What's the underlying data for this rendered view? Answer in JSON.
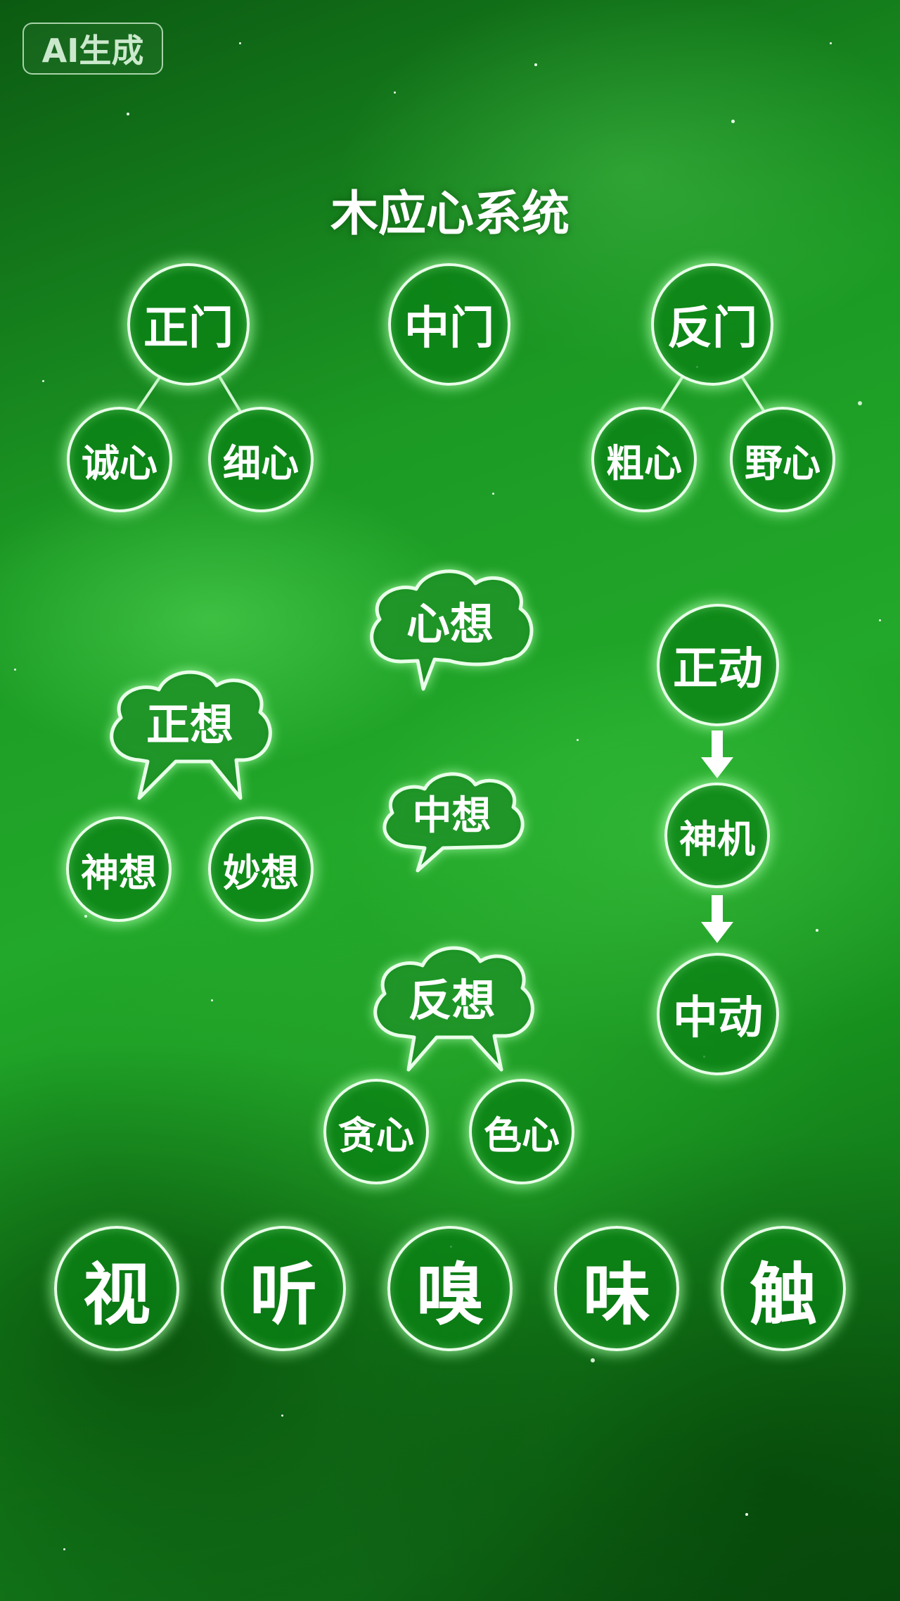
{
  "badge": "AI生成",
  "title": "木应心系统",
  "gates": {
    "zheng": {
      "label": "正门",
      "children": [
        "诚心",
        "细心"
      ]
    },
    "zhong": {
      "label": "中门"
    },
    "fan": {
      "label": "反门",
      "children": [
        "粗心",
        "野心"
      ]
    }
  },
  "thoughts": {
    "xin": "心想",
    "zheng": {
      "label": "正想",
      "children": [
        "神想",
        "妙想"
      ]
    },
    "zhong": "中想",
    "fan": {
      "label": "反想",
      "children": [
        "贪心",
        "色心"
      ]
    }
  },
  "motion_chain": [
    "正动",
    "神机",
    "中动"
  ],
  "senses": [
    "视",
    "听",
    "嗅",
    "味",
    "触"
  ],
  "colors": {
    "node_fill": "#0d8a18",
    "node_border": "#e9ffe9",
    "glow": "#aaffaa",
    "background": "#1c9a24"
  }
}
